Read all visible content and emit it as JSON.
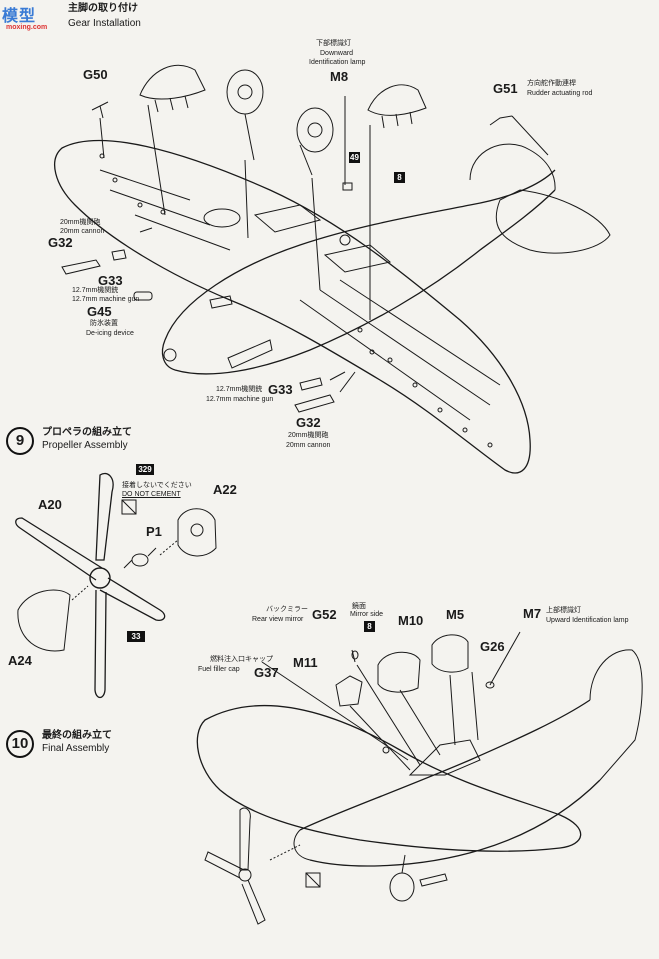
{
  "watermark": {
    "logo": "模型",
    "site": "moxing.com"
  },
  "step8": {
    "title_jp": "主脚の取り付け",
    "title_en": "Gear Installation"
  },
  "step8_parts": {
    "g50": "G50",
    "m8": "M8",
    "m8_jp": "下部標識灯",
    "m8_en1": "Downward",
    "m8_en2": "Identification lamp",
    "g51": "G51",
    "g51_jp": "方向舵作動連桿",
    "g51_en": "Rudder actuating rod",
    "b49": "49",
    "b8": "8",
    "g32a_jp": "20mm機関砲",
    "g32a_en": "20mm cannon",
    "g32a": "G32",
    "g33a_jp": "12.7mm機関銃",
    "g33a_en": "12.7mm machine gun",
    "g33a": "G33",
    "g45": "G45",
    "g45_jp": "防氷装置",
    "g45_en": "De-icing device",
    "g33b_jp": "12.7mm機関銃",
    "g33b_en": "12.7mm machine gun",
    "g33b": "G33",
    "g32b": "G32",
    "g32b_jp": "20mm機関砲",
    "g32b_en": "20mm cannon"
  },
  "step9": {
    "number": "9",
    "title_jp": "プロペラの組み立て",
    "title_en": "Propeller Assembly"
  },
  "step9_parts": {
    "b329": "329",
    "nocement_jp": "接着しないでください",
    "nocement_en": "DO  NOT  CEMENT",
    "a20": "A20",
    "a22": "A22",
    "p1": "P1",
    "a24": "A24",
    "b33": "33"
  },
  "step10": {
    "number": "10",
    "title_jp": "最終の組み立て",
    "title_en": "Final Assembly"
  },
  "step10_parts": {
    "mirror_jp": "バックミラー",
    "mirror_en": "Rear view mirror",
    "g52": "G52",
    "mirrorside_jp": "鏡面",
    "mirrorside_en": "Mirror side",
    "b8": "8",
    "m10": "M10",
    "m5": "M5",
    "m7": "M7",
    "m7_jp": "上部標識灯",
    "m7_en": "Upward Identification lamp",
    "g26": "G26",
    "m11": "M11",
    "fuel_jp": "燃料注入口キャップ",
    "fuel_en": "Fuel filler cap",
    "g37": "G37"
  }
}
